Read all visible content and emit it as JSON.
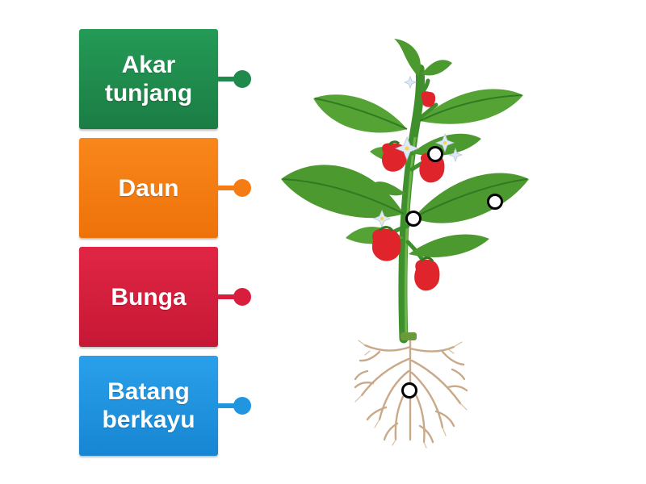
{
  "labels": [
    {
      "id": "akar-tunjang",
      "text": "Akar\ntunjang",
      "color": "#1f8a4c"
    },
    {
      "id": "daun",
      "text": "Daun",
      "color": "#f47c13"
    },
    {
      "id": "bunga",
      "text": "Bunga",
      "color": "#d81e3c"
    },
    {
      "id": "batang-berkayu",
      "text": "Batang\nberkayu",
      "color": "#2196e0"
    }
  ],
  "colors": {
    "leaf": "#4c9a2f",
    "leaf_dark": "#2f7a22",
    "stem": "#3f8f2c",
    "pepper": "#e0242c",
    "root": "#c9a98a",
    "flower": "#dfe8f5"
  },
  "icons": {
    "plant_illustration": "pepper-plant-with-roots",
    "drop_target": "hollow-circle-target"
  }
}
